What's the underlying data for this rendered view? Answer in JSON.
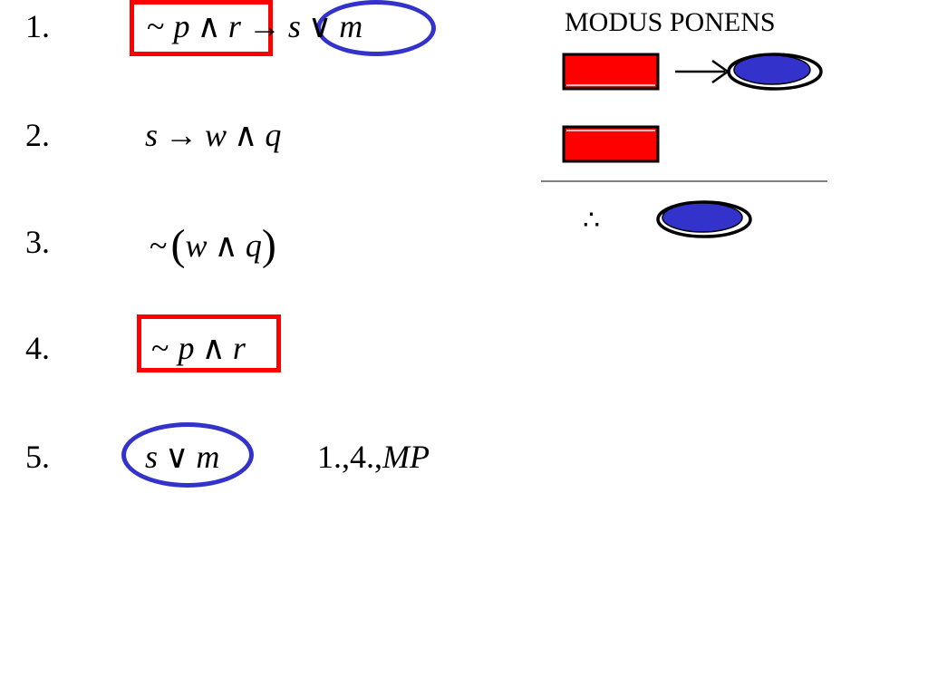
{
  "proof": {
    "steps": [
      {
        "number": "1.",
        "neg": "~",
        "p": "p",
        "and": "∧",
        "r": "r",
        "impl": "→",
        "s": "s",
        "or": "∨",
        "m": "m"
      },
      {
        "number": "2.",
        "s": "s",
        "impl": "→",
        "w": "w",
        "and": "∧",
        "q": "q"
      },
      {
        "number": "3.",
        "neg": "~",
        "lparen": "(",
        "w": "w",
        "and": "∧",
        "q": "q",
        "rparen": ")"
      },
      {
        "number": "4.",
        "neg": "~",
        "p": "p",
        "and": "∧",
        "r": "r"
      },
      {
        "number": "5.",
        "s": "s",
        "or": "∨",
        "m": "m",
        "ref": "1.,4.,",
        "rule": "MP"
      }
    ]
  },
  "legend": {
    "title": "MODUS PONENS",
    "arrow": "→",
    "therefore": "∴"
  },
  "colors": {
    "box_border": "#ff0000",
    "box_fill": "#ff0000",
    "oval_border": "#3333cc",
    "oval_fill": "#3333cc",
    "outline": "#000000"
  }
}
